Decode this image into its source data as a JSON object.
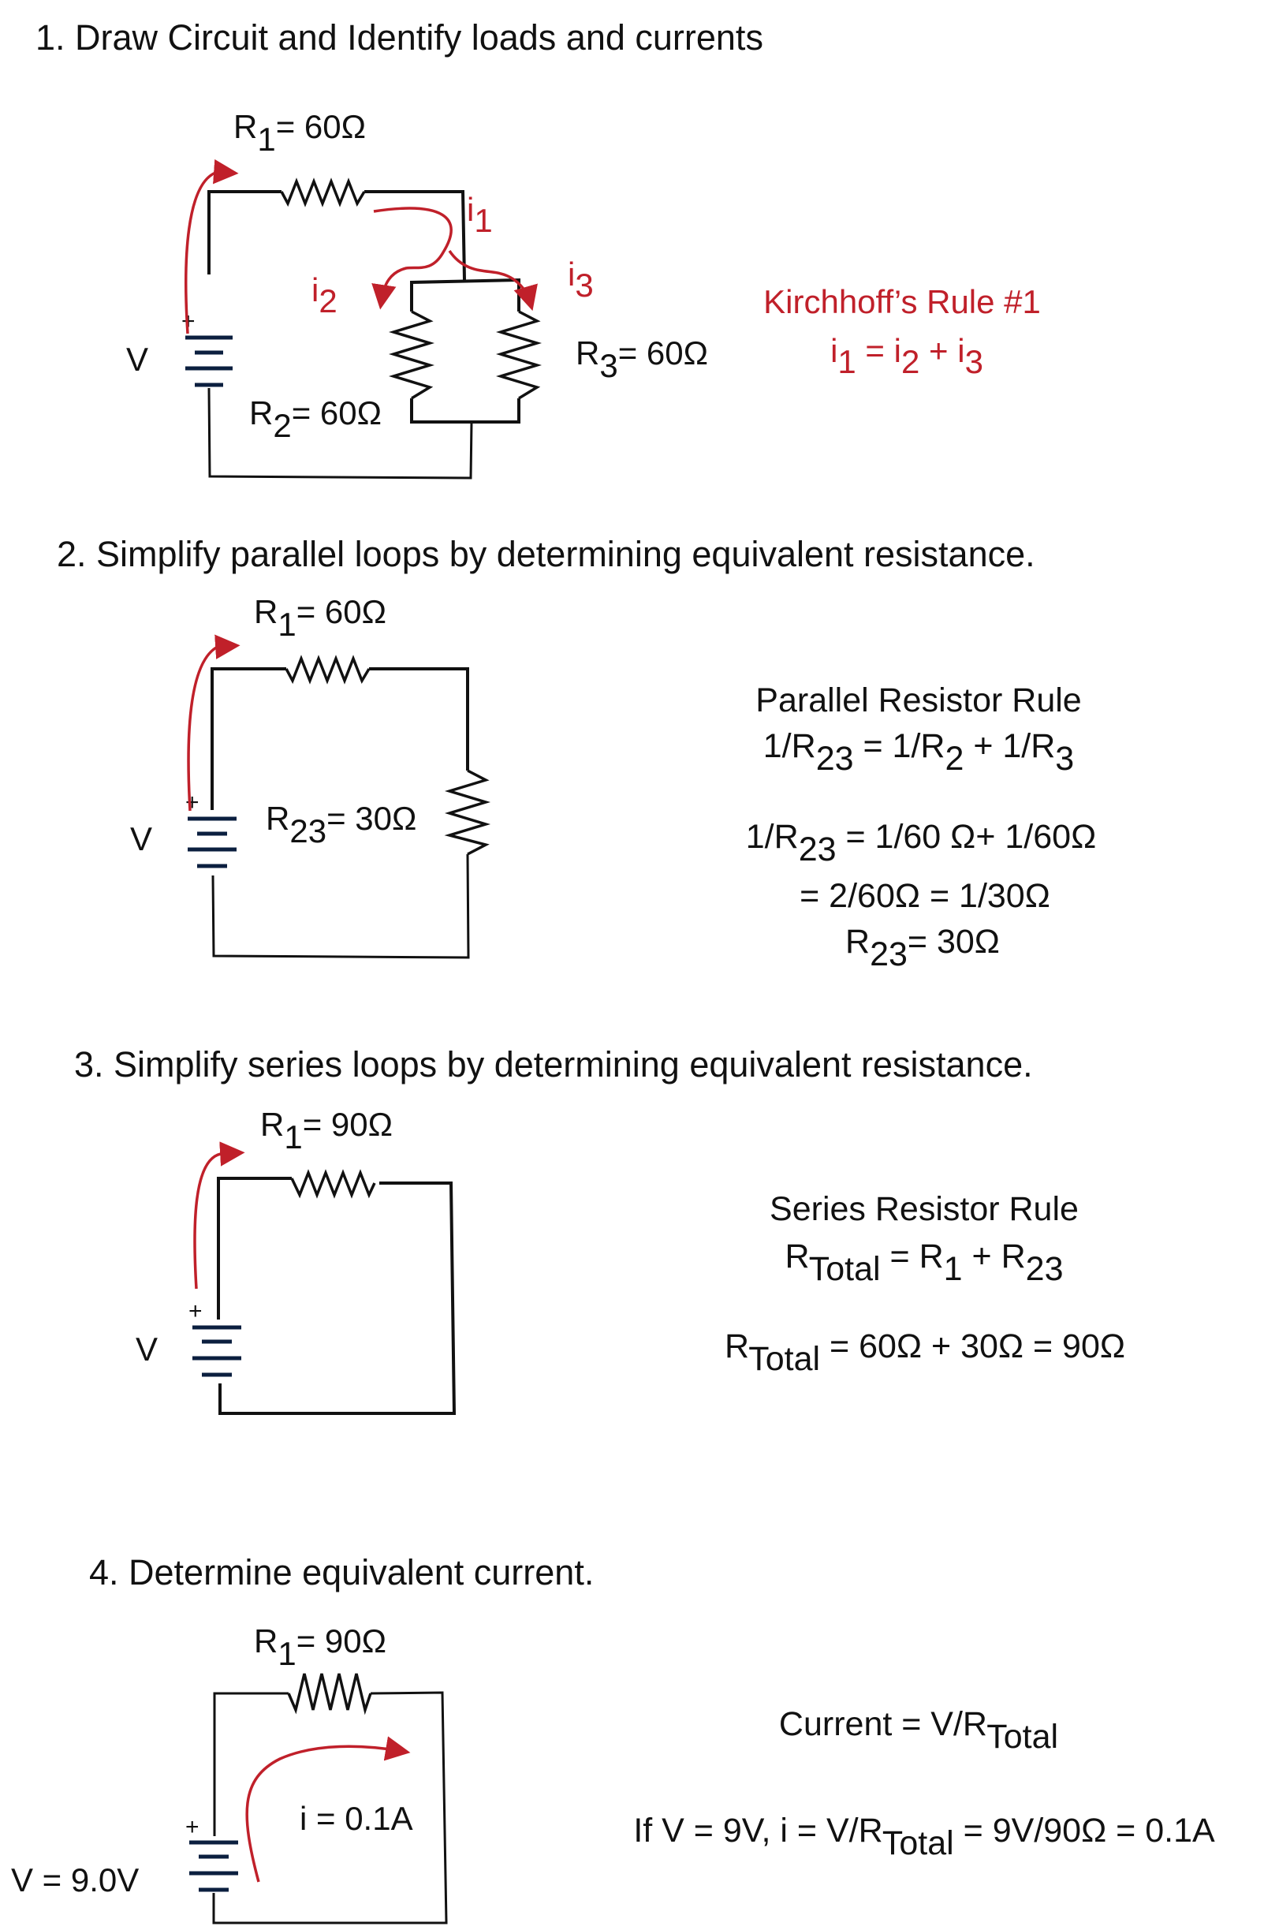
{
  "colors": {
    "ink": "#111111",
    "current_red": "#c0202a",
    "battery_plate": "#0b1f3f",
    "background": "#ffffff"
  },
  "steps": [
    {
      "heading": "1. Draw Circuit and Identify loads and currents",
      "circuit": {
        "battery": {
          "label": "V",
          "polarity": "+"
        },
        "r1": {
          "name": "R",
          "sub": "1",
          "value": "= 60Ω"
        },
        "r2": {
          "name": "R",
          "sub": "2",
          "value": "= 60Ω"
        },
        "r3": {
          "name": "R",
          "sub": "3",
          "value": "= 60Ω"
        },
        "currents": [
          {
            "name": "i",
            "sub": "1"
          },
          {
            "name": "i",
            "sub": "2"
          },
          {
            "name": "i",
            "sub": "3"
          }
        ]
      },
      "rule": {
        "title": "Kirchhoff’s Rule #1",
        "equation": {
          "lhs": "i",
          "lhs_sub": "1",
          "eq": " = ",
          "t1": "i",
          "t1_sub": "2",
          "plus": " + ",
          "t2": "i",
          "t2_sub": "3"
        }
      }
    },
    {
      "heading": "2. Simplify parallel loops by determining equivalent resistance.",
      "circuit": {
        "battery": {
          "label": "V",
          "polarity": "+"
        },
        "r1": {
          "name": "R",
          "sub": "1",
          "value": "= 60Ω"
        },
        "r23": {
          "name": "R",
          "sub": "23",
          "value": "= 30Ω"
        }
      },
      "rule": {
        "title": "Parallel Resistor Rule",
        "line1": {
          "a": "1/R",
          "a_sub": "23",
          "b": " =  1/R",
          "b_sub": "2",
          "c": " + 1/R",
          "c_sub": "3"
        },
        "line2": {
          "a": "1/R",
          "a_sub": "23",
          "b": " =  1/60 Ω+ 1/60Ω"
        },
        "line3": "= 2/60Ω = 1/30Ω",
        "line4": {
          "a": "R",
          "a_sub": "23",
          "b": "=  30Ω"
        }
      }
    },
    {
      "heading": "3. Simplify series loops by determining equivalent resistance.",
      "circuit": {
        "battery": {
          "label": "V",
          "polarity": "+"
        },
        "r1": {
          "name": "R",
          "sub": "1",
          "value": "= 90Ω"
        }
      },
      "rule": {
        "title": "Series Resistor Rule",
        "line1": {
          "a": "R",
          "a_sub": "Total",
          "b": " =  R",
          "b_sub": "1",
          "c": " + R",
          "c_sub": "23"
        },
        "line2": {
          "a": "R",
          "a_sub": "Total",
          "b": " =  60Ω + 30Ω = 90Ω"
        }
      }
    },
    {
      "heading": "4. Determine equivalent current.",
      "circuit": {
        "battery": {
          "label": "V = 9.0V",
          "polarity": "+"
        },
        "r1": {
          "name": "R",
          "sub": "1",
          "value": "= 90Ω"
        },
        "current_label": "i = 0.1A"
      },
      "rule": {
        "line1": {
          "a": "Current = V/R",
          "a_sub": "Total"
        },
        "line2": {
          "a": "If V = 9V, i = V/R",
          "a_sub": "Total",
          "b": " =  9V/90Ω = 0.1A"
        }
      }
    }
  ]
}
